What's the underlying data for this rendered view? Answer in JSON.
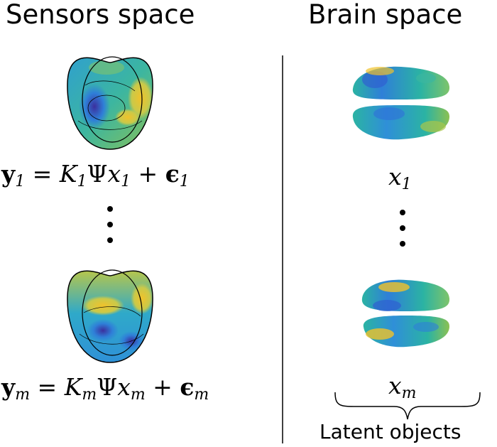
{
  "headers": {
    "left": "Sensors space",
    "right": "Brain space"
  },
  "equations": {
    "first": {
      "lhs_bold": "y",
      "lhs_sub": "1",
      "K": "K",
      "K_sub": "1",
      "psi": "Ψ",
      "x": "x",
      "x_sub": "1",
      "eps_bold": "ϵ",
      "eps_sub": "1"
    },
    "last": {
      "lhs_bold": "y",
      "lhs_sub": "m",
      "K": "K",
      "K_sub": "m",
      "psi": "Ψ",
      "x": "x",
      "x_sub": "m",
      "eps_bold": "ϵ",
      "eps_sub": "m"
    }
  },
  "brain_labels": {
    "first": {
      "x": "x",
      "sub": "1"
    },
    "last": {
      "x": "x",
      "sub": "m"
    }
  },
  "caption": "Latent objects",
  "colors": {
    "deep_blue": "#3b2f9e",
    "mid_blue": "#2f7fd8",
    "teal": "#2bb3a3",
    "green": "#8cc152",
    "yellow": "#f0c22b",
    "line": "#000000"
  },
  "icons": [
    "scalp-topomap-icon",
    "brain-map-icon",
    "curly-brace-icon"
  ]
}
